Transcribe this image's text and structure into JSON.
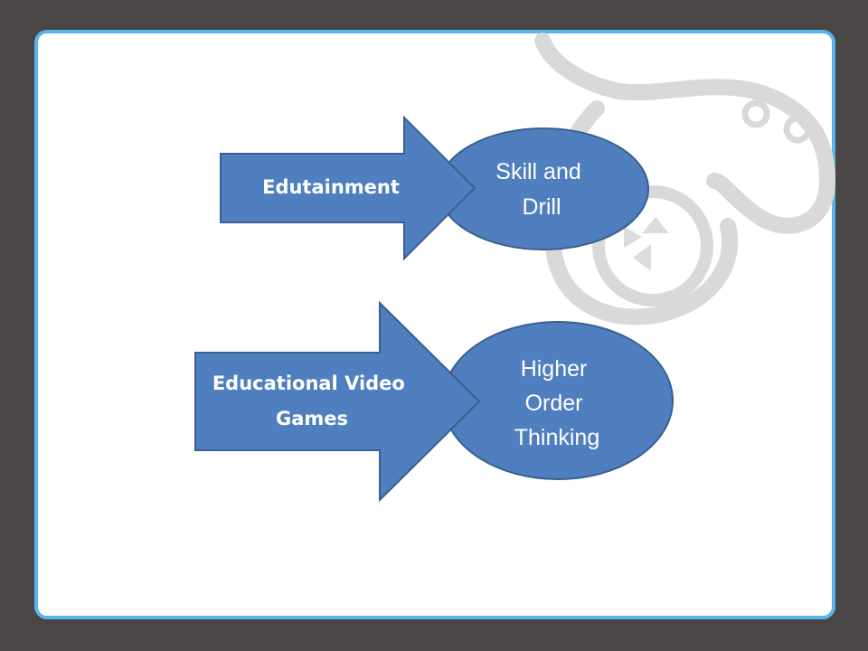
{
  "slide": {
    "background_color": "#4a4646",
    "frame_color": "#5ab4ec",
    "watermark": "game-controller-icon"
  },
  "diagram": {
    "shape_color": "#4f7fbf",
    "shape_border_color": "#3a5f8f",
    "rows": [
      {
        "arrow_lines": [
          "Edutainment"
        ],
        "ellipse_lines": [
          "Skill and",
          "Drill"
        ]
      },
      {
        "arrow_lines": [
          "Educational Video",
          "Games"
        ],
        "ellipse_lines": [
          "Higher",
          "Order",
          "Thinking"
        ]
      }
    ]
  }
}
